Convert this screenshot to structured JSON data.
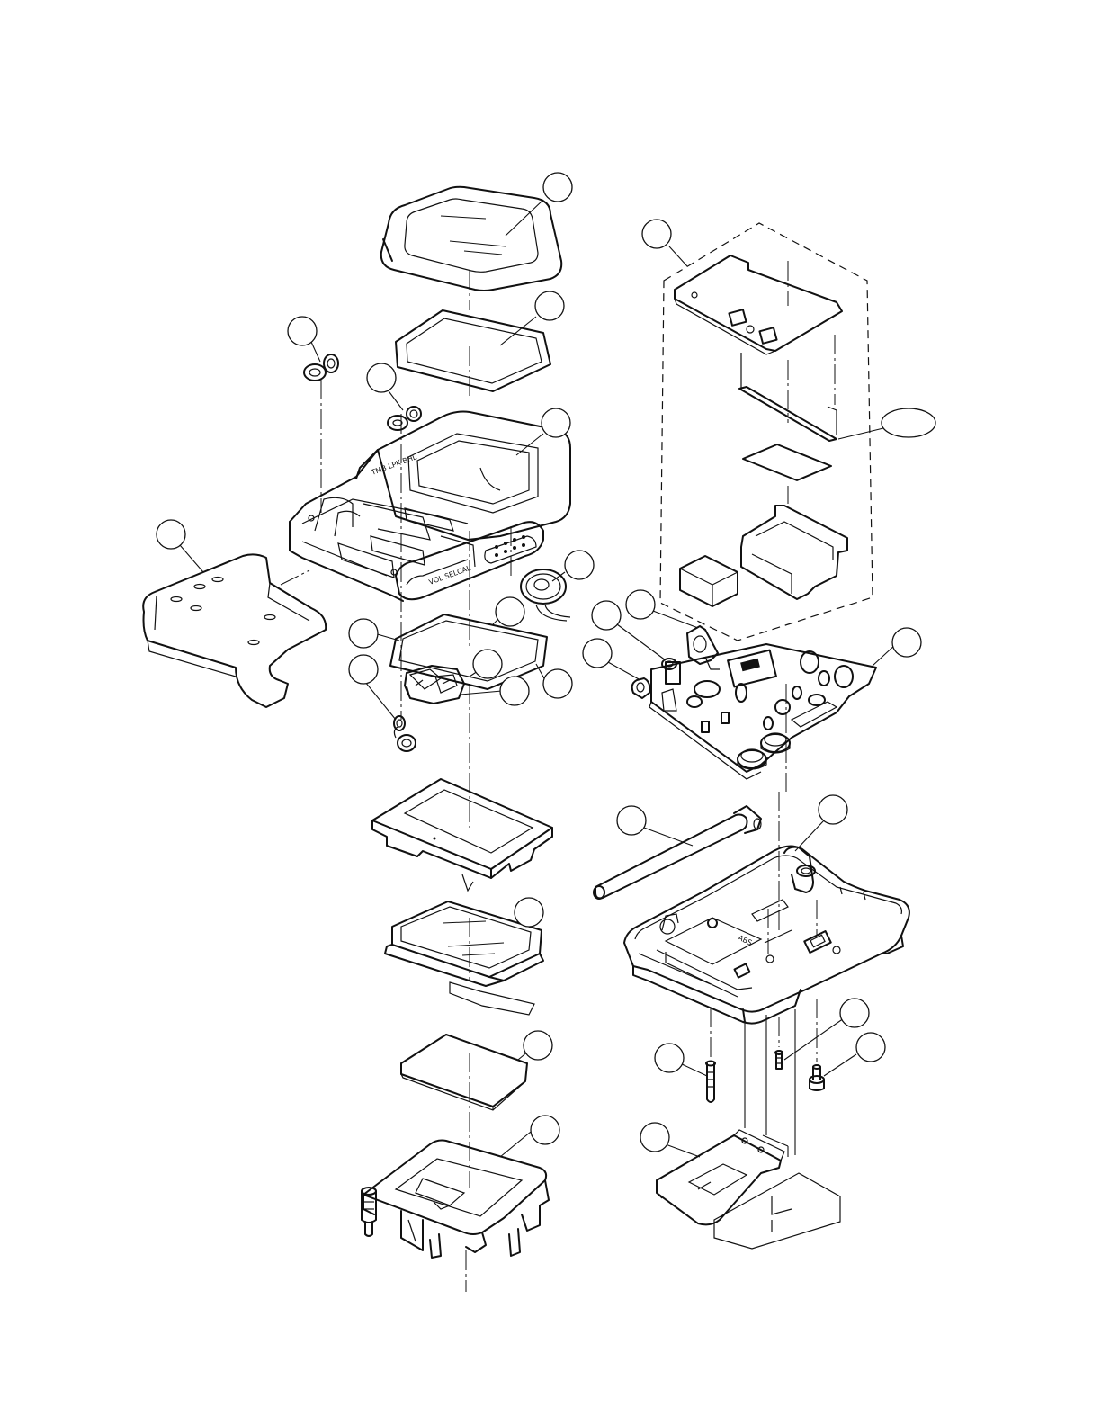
{
  "figure": {
    "kind": "exploded-parts-view",
    "background": "#ffffff",
    "line_color": "#111111"
  },
  "callouts": [
    {
      "id": "c1"
    },
    {
      "id": "c2"
    },
    {
      "id": "c3"
    },
    {
      "id": "c4"
    },
    {
      "id": "c5"
    },
    {
      "id": "c6"
    },
    {
      "id": "c7"
    },
    {
      "id": "c8"
    },
    {
      "id": "c9"
    },
    {
      "id": "c10"
    },
    {
      "id": "c11"
    },
    {
      "id": "c12"
    },
    {
      "id": "c13"
    },
    {
      "id": "c14"
    },
    {
      "id": "c15"
    },
    {
      "id": "c16"
    },
    {
      "id": "c17"
    },
    {
      "id": "c18"
    },
    {
      "id": "c19"
    },
    {
      "id": "c20"
    },
    {
      "id": "c21"
    },
    {
      "id": "c22"
    },
    {
      "id": "c23"
    },
    {
      "id": "c24"
    },
    {
      "id": "c25"
    },
    {
      "id": "c26"
    },
    {
      "id": "c27"
    },
    {
      "id": "c28"
    }
  ]
}
